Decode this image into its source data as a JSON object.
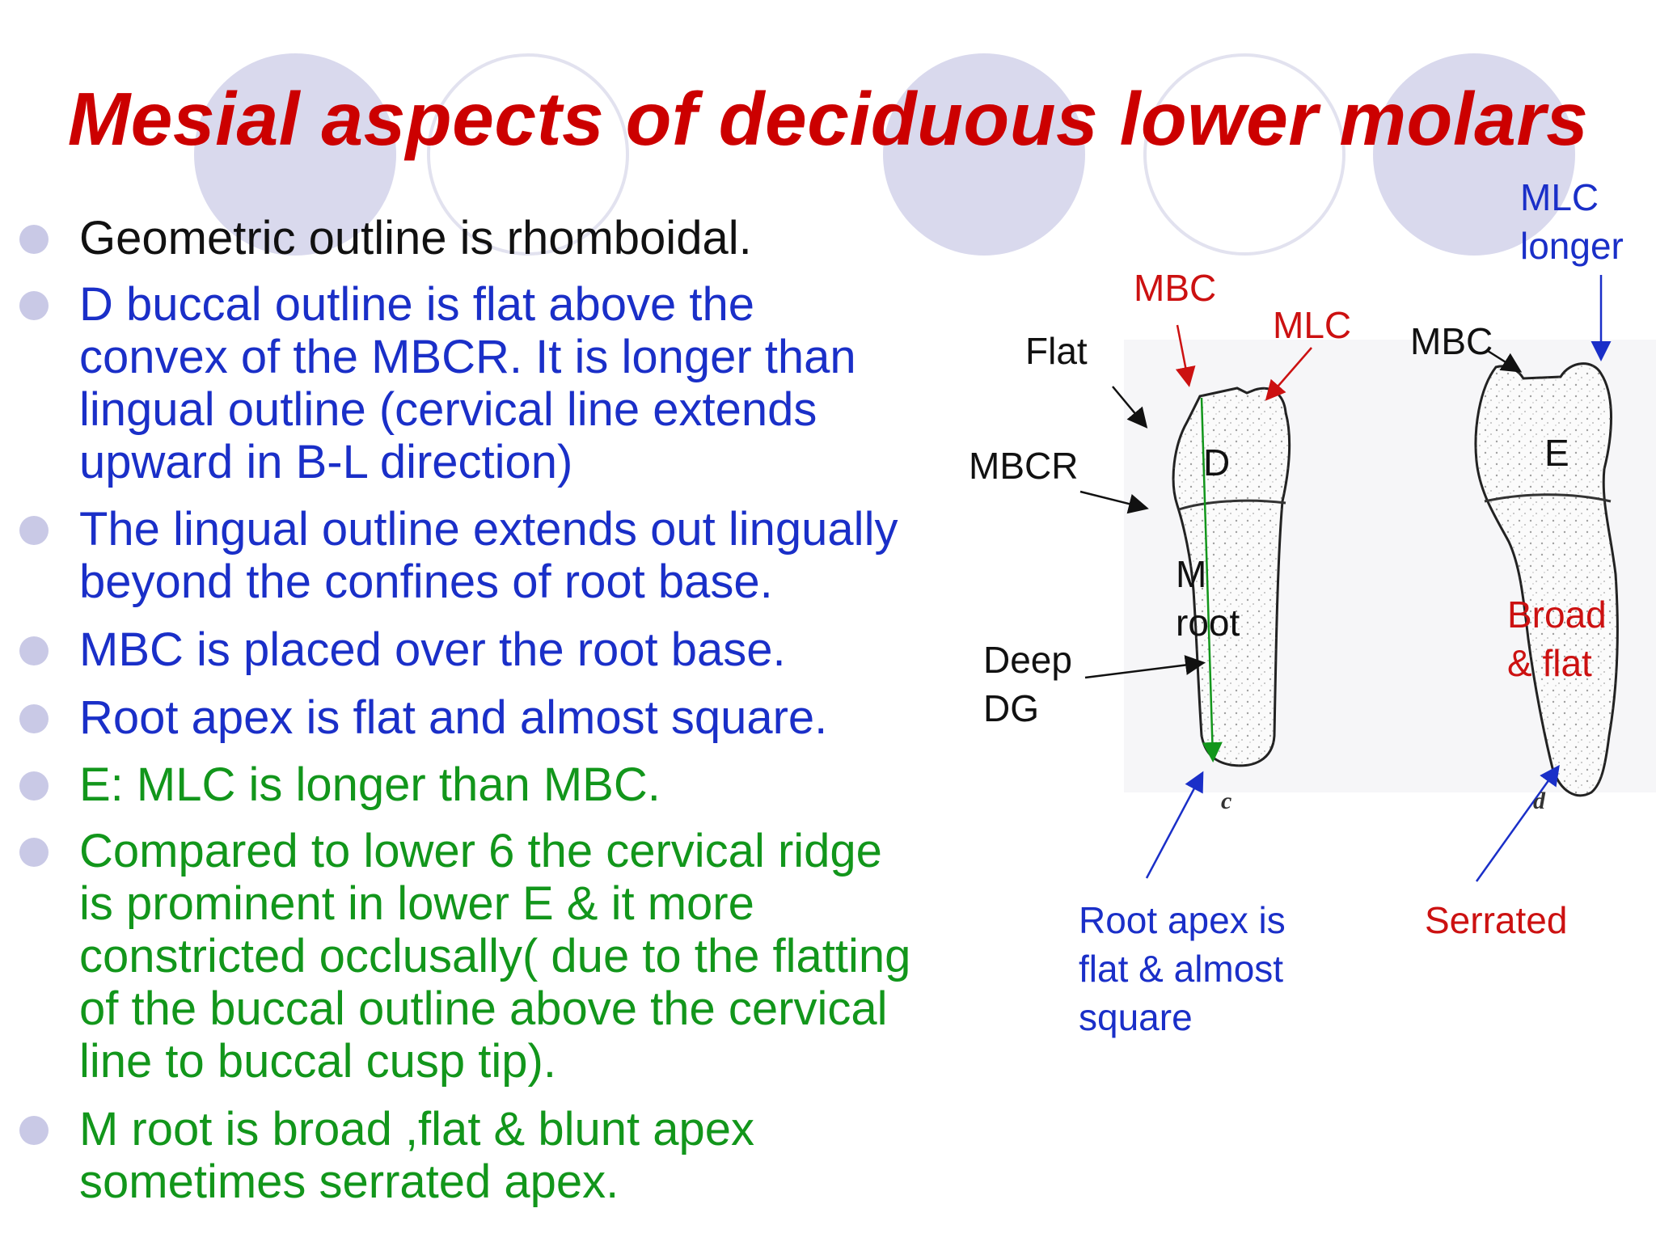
{
  "slide": {
    "title": "Mesial aspects of deciduous lower molars",
    "colors": {
      "title": "#cc0000",
      "blue_text": "#1a2fc8",
      "green_text": "#12961b",
      "bullet_dot": "#c9c9e6",
      "decor_circle": "#d9d9ed"
    },
    "bullets": [
      {
        "color": "black",
        "lines": [
          "Geometric outline is rhomboidal."
        ]
      },
      {
        "color": "blue",
        "lines": [
          "D  buccal outline is flat above the",
          "convex of the MBCR. It is longer than",
          "lingual outline (cervical line extends",
          "upward in B-L direction)"
        ]
      },
      {
        "color": "blue",
        "lines": [
          "The lingual outline extends out lingually",
          "beyond the confines of root base."
        ]
      },
      {
        "color": "blue",
        "lines": [
          "MBC is placed over the root base."
        ]
      },
      {
        "color": "blue",
        "lines": [
          "Root apex is flat and almost square."
        ]
      },
      {
        "color": "green",
        "lines": [
          "E: MLC is longer than MBC."
        ]
      },
      {
        "color": "green",
        "lines": [
          "Compared to lower 6 the cervical ridge",
          "is prominent in lower E & it more",
          "constricted occlusally( due to the flatting",
          "of the buccal outline above the cervical",
          "line to buccal cusp tip)."
        ]
      },
      {
        "color": "green",
        "lines": [
          "M root is broad ,flat & blunt apex",
          "sometimes serrated apex."
        ]
      }
    ]
  },
  "figure": {
    "labels": {
      "mbc_left": "MBC",
      "mlc_left": "MLC",
      "flat": "Flat",
      "mbcr": "MBCR",
      "d": "D",
      "m_root": [
        "M",
        "root"
      ],
      "deep_dg": [
        "Deep",
        "DG"
      ],
      "root_apex_note": [
        "Root apex is",
        "flat & almost",
        "square"
      ],
      "mlc_longer": [
        "MLC",
        "longer"
      ],
      "mbc_right": "MBC",
      "e": "E",
      "broad_flat": [
        "Broad",
        "& flat"
      ],
      "serrated": "Serrated",
      "caption_c": "c",
      "caption_d": "d"
    }
  }
}
